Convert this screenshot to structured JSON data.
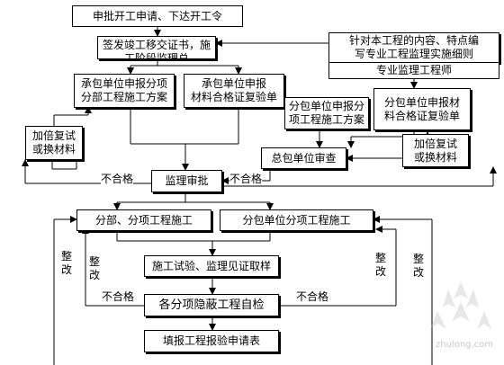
{
  "diagram": {
    "nodes": {
      "start": "申批开工申请、下达开工令",
      "handover": "签发竣工移交证书，施工阶段监理总",
      "rules": "针对本工程的内容、特点编\n写专业工程监理实施细则",
      "engineer": "专业监理工程师",
      "plan": "承包单位申报分项\n分部工程施工方案",
      "material": "承包单位申报\n材料合格证复验单",
      "sub_plan": "分包单位申报分\n项工程施工方案",
      "sub_material": "分包单位申报材\n料合格证复验单",
      "recheck_left": "加倍复试\n或换材料",
      "recheck_right": "加倍复试\n或换材料",
      "general_review": "总包单位审查",
      "supervisor_review": "监理审批",
      "construction": "分部、分项工程施工",
      "sub_construction": "分包单位分项工程施工",
      "test": "施工试验、监理见证取样",
      "self_check": "各分项隐蔽工程自检",
      "report": "填报工程报验申请表"
    },
    "labels": {
      "fail_left_top": "不合格",
      "fail_right_top": "不合格",
      "fail_left_bottom": "不合格",
      "fail_right_bottom": "不合格",
      "rectify_1": "整\n改",
      "rectify_2": "整\n改",
      "rectify_3": "整\n改",
      "rectify_4": "整\n改"
    },
    "watermark": "zhulong.com"
  }
}
